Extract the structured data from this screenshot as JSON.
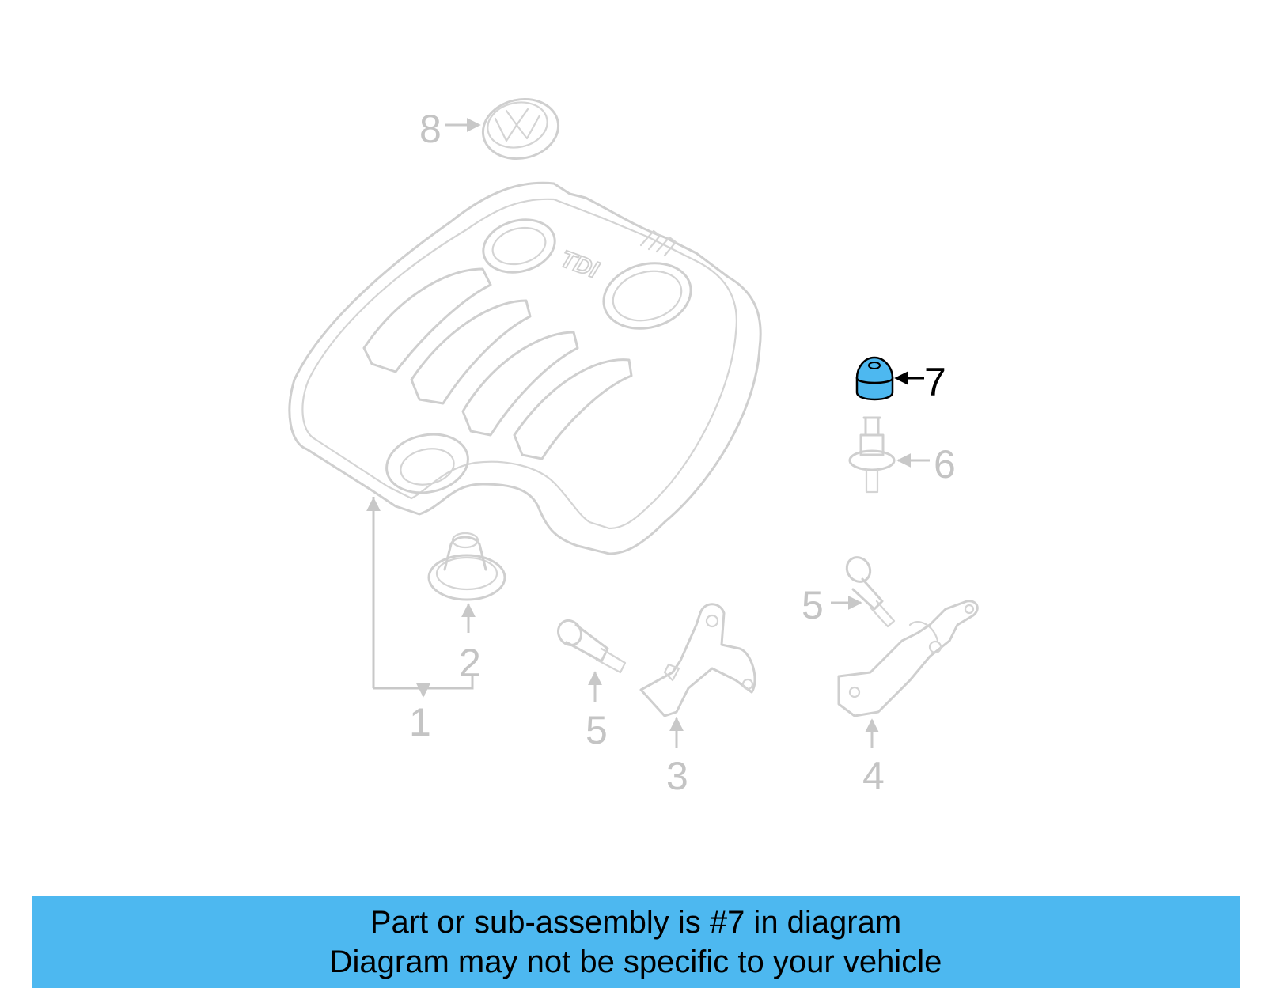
{
  "diagram": {
    "callouts": [
      {
        "id": "1",
        "text": "1"
      },
      {
        "id": "2",
        "text": "2"
      },
      {
        "id": "3",
        "text": "3"
      },
      {
        "id": "4",
        "text": "4"
      },
      {
        "id": "5a",
        "text": "5"
      },
      {
        "id": "5b",
        "text": "5"
      },
      {
        "id": "6",
        "text": "6"
      },
      {
        "id": "7",
        "text": "7"
      },
      {
        "id": "8",
        "text": "8"
      }
    ],
    "cover_badge_text": "TDI",
    "highlighted_part": "7",
    "highlight_color": "#4db8f0",
    "faded_color": "#cfcfcf"
  },
  "banner": {
    "line1": "Part or sub-assembly is #7 in diagram",
    "line2": "Diagram may not be specific to your vehicle",
    "background_color": "#4db8f0"
  }
}
